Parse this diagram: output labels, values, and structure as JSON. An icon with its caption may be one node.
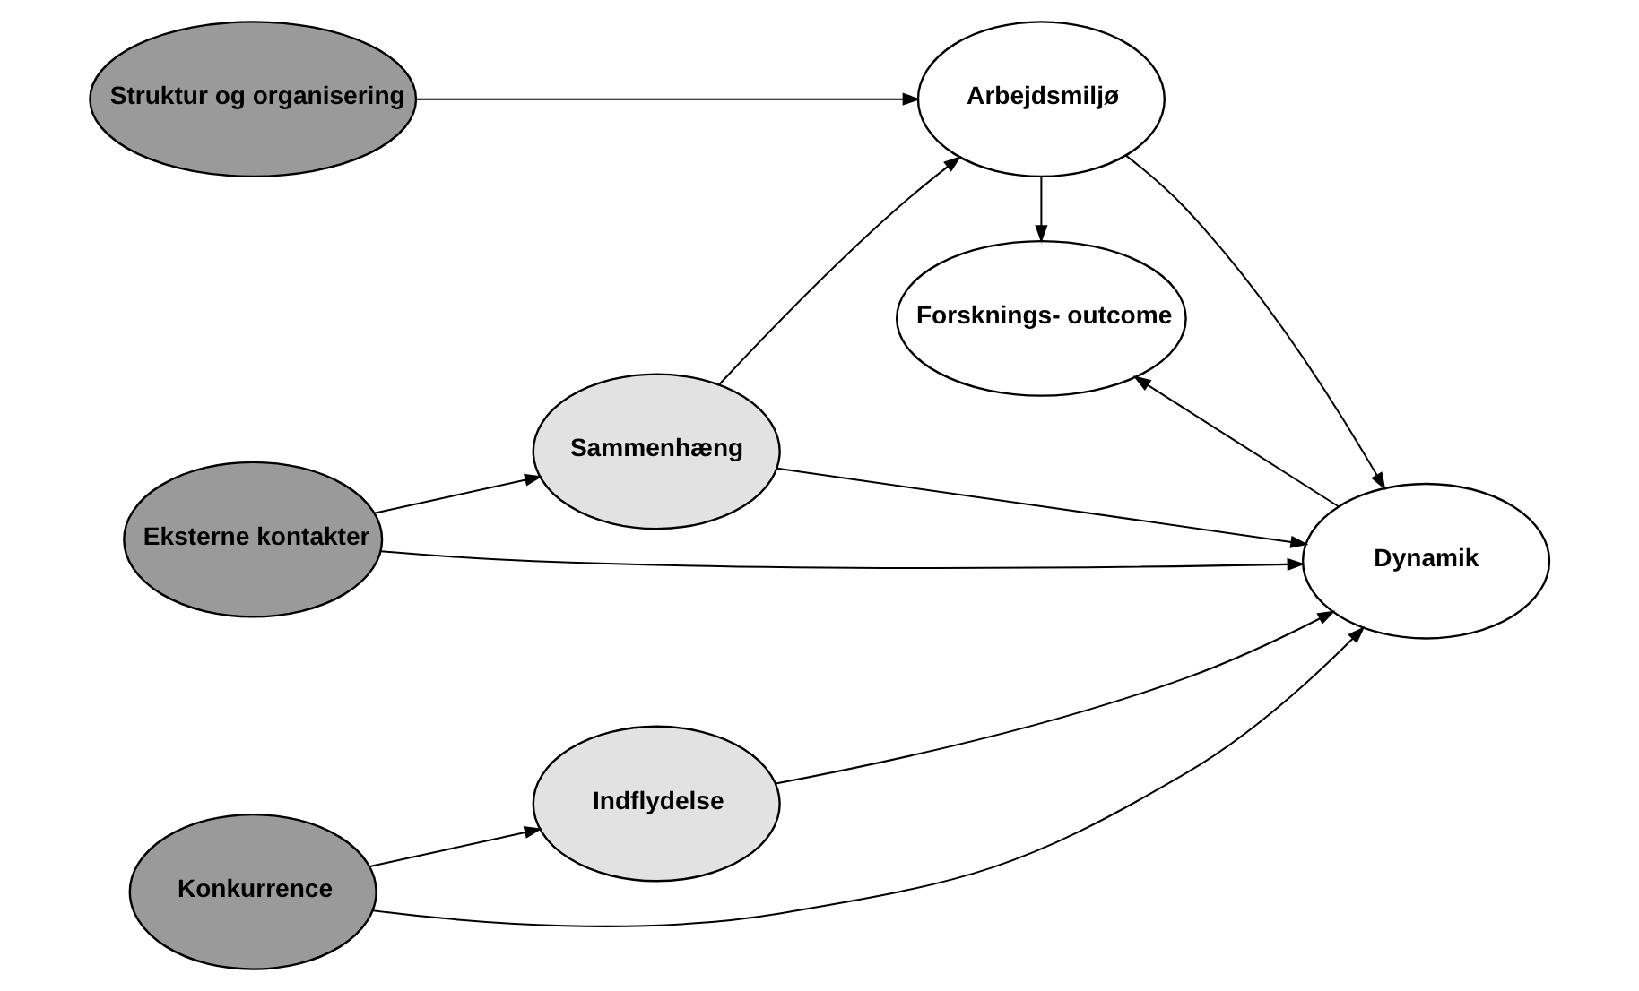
{
  "diagram": {
    "nodes": [
      {
        "text": [
          "Struktur og organisering"
        ]
      },
      {
        "text": [
          "Eksterne kontakter"
        ]
      },
      {
        "text": [
          "Konkurrence"
        ]
      },
      {
        "text": [
          "Sammenhæng"
        ]
      },
      {
        "text": [
          "Indflydelse"
        ]
      },
      {
        "text": [
          "Dynamik"
        ]
      },
      {
        "text": [
          "Arbejdsmiljø"
        ]
      },
      {
        "text": [
          "Forsknings- outcome"
        ]
      }
    ],
    "edges": [
      {
        "from": 0,
        "to": 6,
        "arrow": "to"
      },
      {
        "from": 1,
        "to": 3,
        "arrow": "to"
      },
      {
        "from": 1,
        "to": 5,
        "arrow": "to"
      },
      {
        "from": 2,
        "to": 4,
        "arrow": "to"
      },
      {
        "from": 2,
        "to": 5,
        "arrow": "to"
      },
      {
        "from": 3,
        "to": 6,
        "arrow": "to"
      },
      {
        "from": 3,
        "to": 5,
        "arrow": "to"
      },
      {
        "from": 6,
        "to": 5,
        "arrow": "to"
      },
      {
        "from": 4,
        "to": 5,
        "arrow": "to"
      },
      {
        "from": 6,
        "to": 7,
        "arrow": "to"
      },
      {
        "from": 5,
        "to": 7,
        "arrow": "to"
      }
    ]
  }
}
